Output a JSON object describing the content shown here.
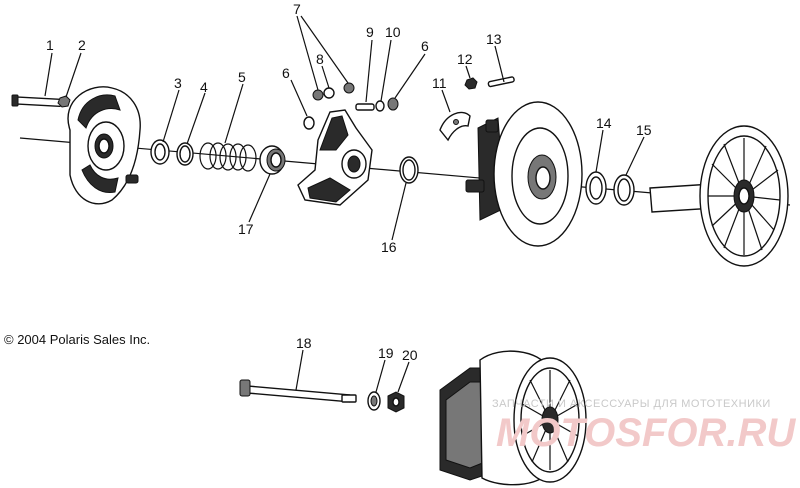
{
  "diagram": {
    "copyright": "© 2004 Polaris Sales Inc.",
    "callouts": [
      "1",
      "2",
      "3",
      "4",
      "5",
      "6",
      "7",
      "8",
      "9",
      "10",
      "6",
      "11",
      "12",
      "13",
      "14",
      "15",
      "16",
      "17",
      "18",
      "19",
      "20"
    ],
    "watermark": {
      "caption": "ЗАПЧАСТИ И АКСЕССУАРЫ ДЛЯ МОТОТЕХНИКИ",
      "brand": "MOTOSFOR.RU"
    }
  }
}
